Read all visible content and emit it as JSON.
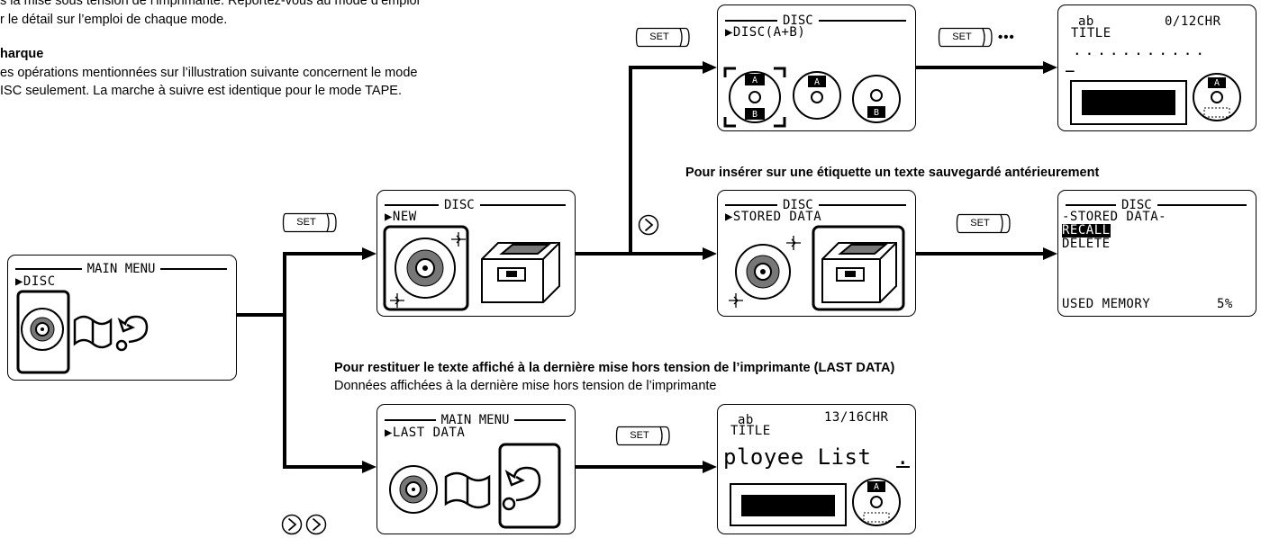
{
  "intro": {
    "line1": "s la mise sous tension de l’imprimante. Reportez-vous au mode d’emploi",
    "line2": "r le détail sur l’emploi de chaque mode."
  },
  "remark": {
    "title": "harque",
    "line1": "es opérations mentionnées sur l’illustration suivante concernent le mode",
    "line2": "ISC seulement. La marche à suivre est identique pour le mode TAPE."
  },
  "captions": {
    "stored": "Pour insérer sur une étiquette un texte sauvegardé antérieurement",
    "last_title": "Pour restituer le texte affiché à la dernière mise hors tension de l’imprimante (LAST DATA)",
    "last_sub": "Données affichées à la dernière mise hors tension de l’imprimante"
  },
  "buttons": {
    "set": "SET",
    "dots": "•••"
  },
  "screens": {
    "main_menu": {
      "header": "MAIN MENU",
      "item": "▶DISC"
    },
    "disc_new": {
      "header": "DISC",
      "item": "▶NEW"
    },
    "disc_ab": {
      "header": "DISC",
      "item": "▶DISC(A+B)"
    },
    "title_entry": {
      "mode": "ab",
      "count": "0/12CHR",
      "label": "TITLE",
      "dots": "...........",
      "cursor": "_"
    },
    "stored_data": {
      "header": "DISC",
      "item": "▶STORED DATA"
    },
    "recall": {
      "header": "DISC",
      "sub": "-STORED DATA-",
      "recall": "RECALL",
      "delete": "DELETE",
      "memory_label": "USED MEMORY",
      "memory_value": "5%"
    },
    "last_menu": {
      "header": "MAIN MENU",
      "item": "▶LAST DATA"
    },
    "last_title": {
      "mode": "ab",
      "count": "13/16CHR",
      "label": "TITLE",
      "text": "ployee List",
      "cursor": "."
    }
  },
  "icon_labels": {
    "side_a": "A",
    "side_b": "B"
  }
}
